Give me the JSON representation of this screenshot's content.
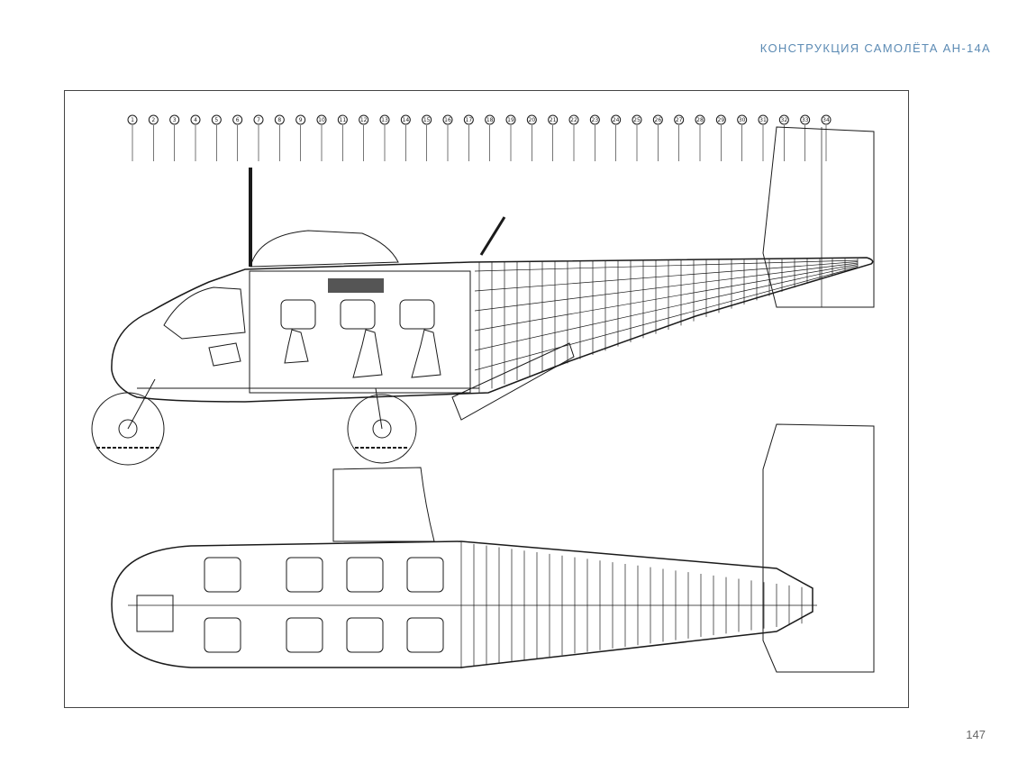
{
  "header": {
    "title": "Конструкция самолёта Ан-14А"
  },
  "page": {
    "number": "147"
  },
  "drawing": {
    "views": [
      "side-section",
      "top-section"
    ],
    "station_markers": [
      "1",
      "2",
      "3",
      "4",
      "5",
      "6",
      "7",
      "8",
      "9",
      "10",
      "11",
      "12",
      "13",
      "14",
      "15",
      "16",
      "17",
      "18",
      "19",
      "20",
      "21",
      "22",
      "23",
      "24",
      "25",
      "26",
      "27",
      "28",
      "29",
      "30",
      "31",
      "32",
      "33",
      "34"
    ]
  }
}
